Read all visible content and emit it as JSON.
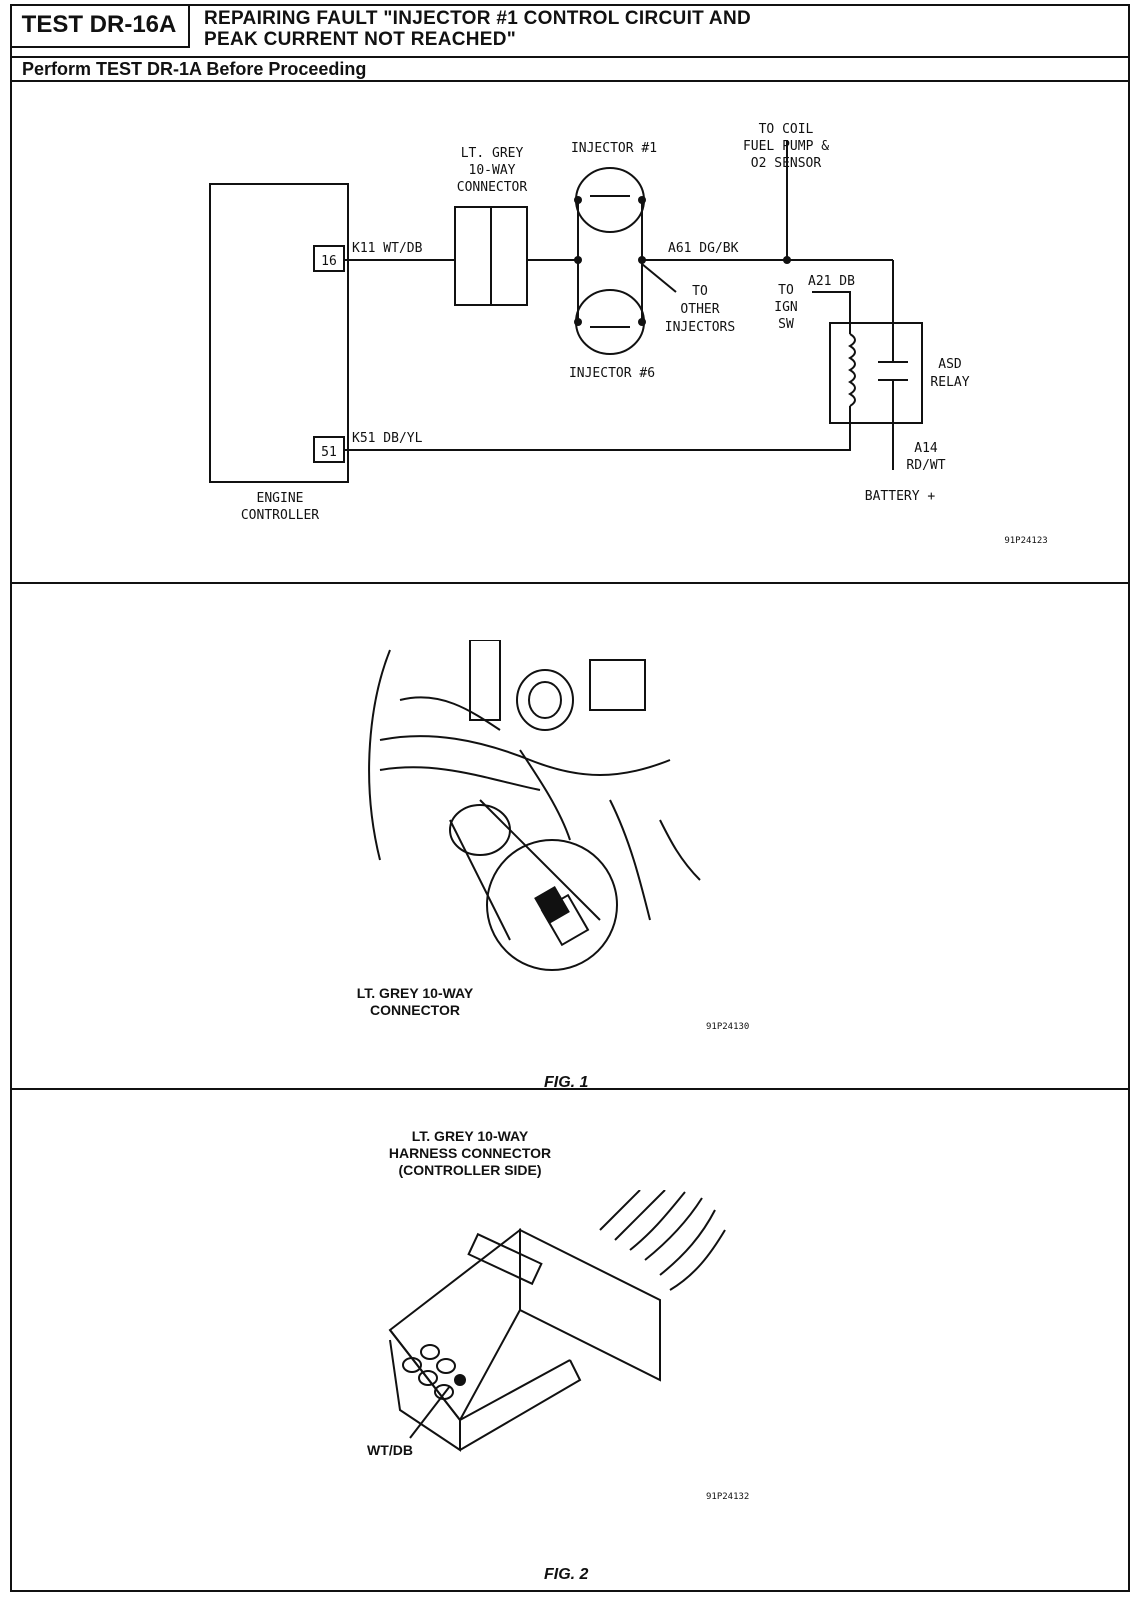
{
  "header": {
    "test_id": "TEST DR-16A",
    "title_line1": "REPAIRING FAULT \"INJECTOR #1 CONTROL CIRCUIT AND",
    "title_line2": "PEAK CURRENT NOT REACHED\"",
    "prerequisite": "Perform TEST DR-1A Before Proceeding"
  },
  "schematic": {
    "engine_controller_line1": "ENGINE",
    "engine_controller_line2": "CONTROLLER",
    "pin_16": "16",
    "pin_51": "51",
    "wire_k11": "K11 WT/DB",
    "wire_k51": "K51 DB/YL",
    "connector_line1": "LT. GREY",
    "connector_line2": "10-WAY",
    "connector_line3": "CONNECTOR",
    "injector1": "INJECTOR #1",
    "injector6": "INJECTOR #6",
    "wire_a61": "A61 DG/BK",
    "other_injectors_line1": "TO",
    "other_injectors_line2": "OTHER",
    "other_injectors_line3": "INJECTORS",
    "to_coil_line1": "TO COIL",
    "to_coil_line2": "FUEL PUMP &",
    "to_coil_line3": "O2 SENSOR",
    "wire_a21": "A21 DB",
    "ign_line1": "TO",
    "ign_line2": "IGN",
    "ign_line3": "SW",
    "relay_line1": "ASD",
    "relay_line2": "RELAY",
    "wire_a14_line1": "A14",
    "wire_a14_line2": "RD/WT",
    "battery": "BATTERY +",
    "ref": "91P24123"
  },
  "fig1": {
    "callout_line1": "LT. GREY 10-WAY",
    "callout_line2": "CONNECTOR",
    "ref": "91P24130",
    "label": "FIG. 1"
  },
  "fig2": {
    "callout_line1": "LT. GREY 10-WAY",
    "callout_line2": "HARNESS CONNECTOR",
    "callout_line3": "(CONTROLLER SIDE)",
    "wire_label": "WT/DB",
    "ref": "91P24132",
    "label": "FIG. 2"
  }
}
